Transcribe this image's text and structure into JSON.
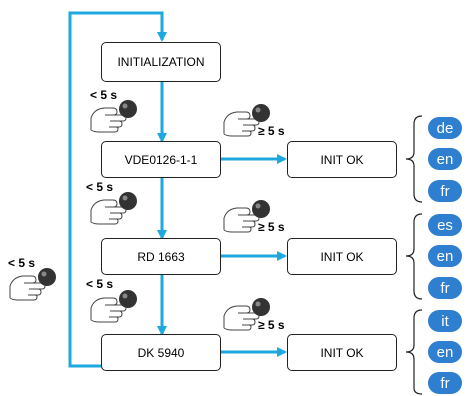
{
  "colors": {
    "flow": "#1fa8df",
    "lang_bubble": "#2f7fd1",
    "box_border": "#222222",
    "button": "#333333"
  },
  "boxes": {
    "init": "INITIALIZATION",
    "vde": "VDE0126-1-1",
    "rd": "RD 1663",
    "dk": "DK 5940",
    "init_ok_1": "INIT OK",
    "init_ok_2": "INIT OK",
    "init_ok_3": "INIT OK"
  },
  "labels": {
    "short_press_1": "< 5 s",
    "short_press_2": "< 5 s",
    "short_press_3": "< 5 s",
    "short_press_loop": "< 5 s",
    "long_press_1": "≥ 5 s",
    "long_press_2": "≥ 5 s",
    "long_press_3": "≥ 5 s"
  },
  "languages": {
    "vde": [
      "de",
      "en",
      "fr"
    ],
    "rd": [
      "es",
      "en",
      "fr"
    ],
    "dk": [
      "it",
      "en",
      "fr"
    ]
  },
  "icons": [
    "hand-press-button-icon"
  ]
}
